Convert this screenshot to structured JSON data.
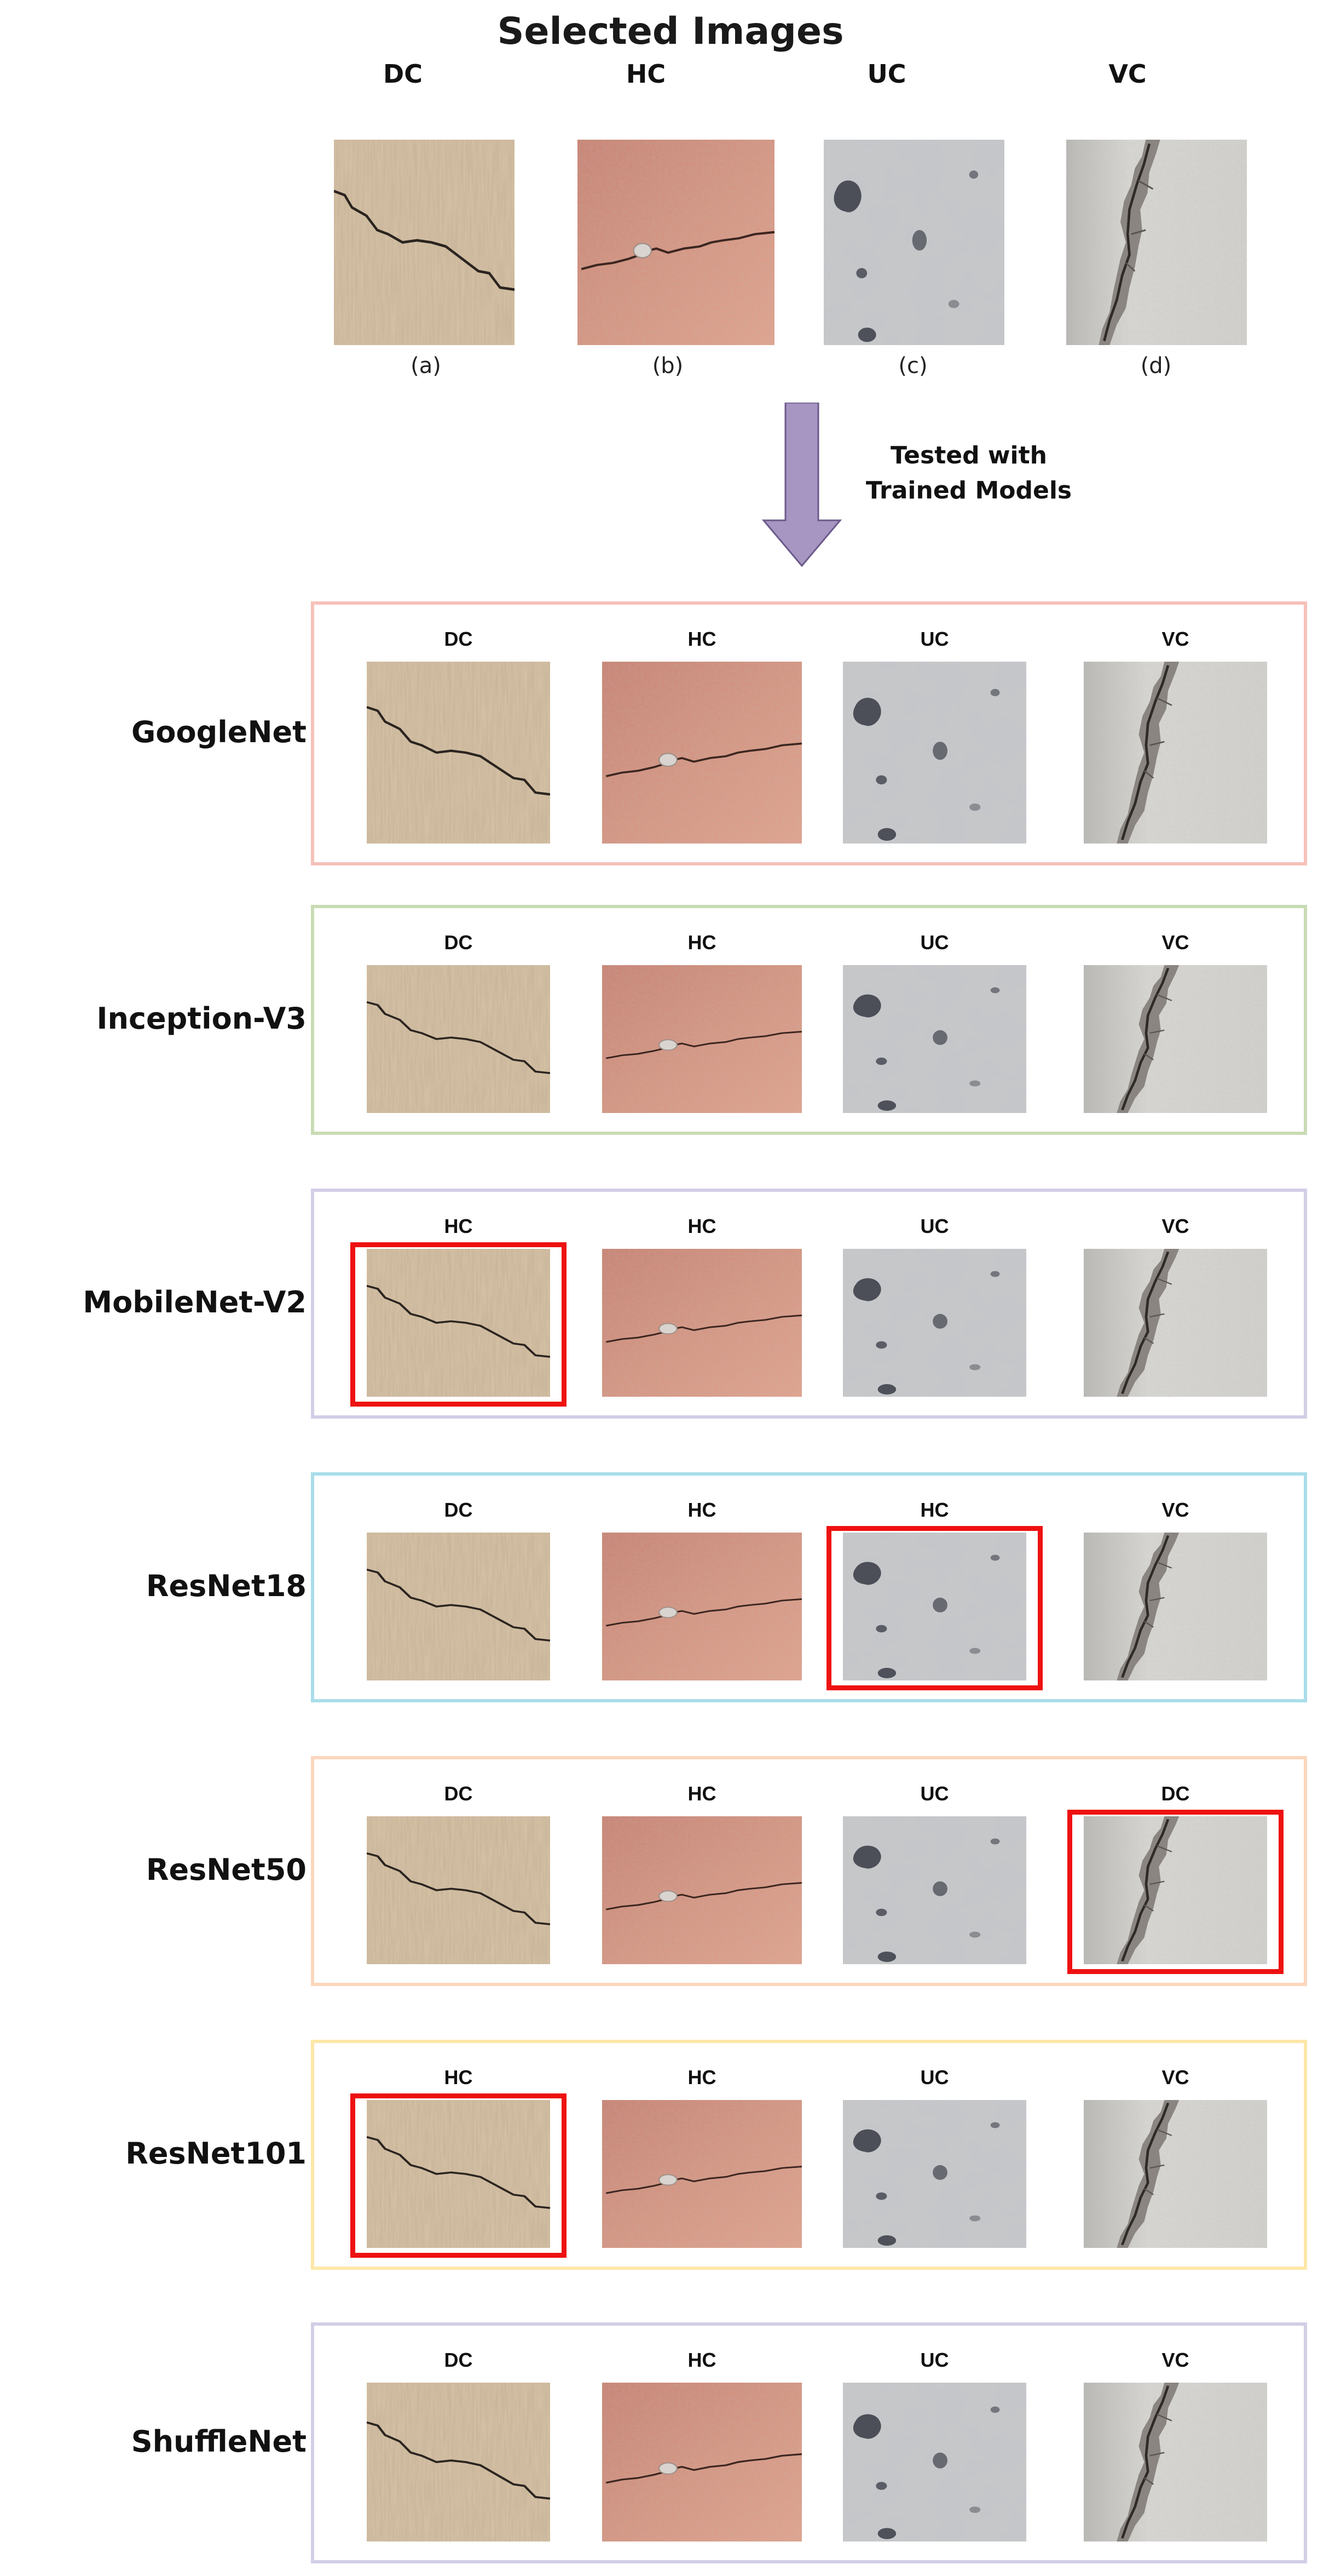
{
  "title": "Selected Images",
  "selected": [
    {
      "label": "DC",
      "caption": "(a)",
      "texture": "dc"
    },
    {
      "label": "HC",
      "caption": "(b)",
      "texture": "hc"
    },
    {
      "label": "UC",
      "caption": "(c)",
      "texture": "uc"
    },
    {
      "label": "VC",
      "caption": "(d)",
      "texture": "vc"
    }
  ],
  "arrow_text": "Tested with\nTrained Models",
  "arrow_color": "#a795c2",
  "models": [
    {
      "name": "GoogleNet",
      "border_color": "#f6c1b9",
      "predictions": [
        "DC",
        "HC",
        "UC",
        "VC"
      ],
      "wrong": []
    },
    {
      "name": "Inception-V3",
      "border_color": "#c9dbb4",
      "predictions": [
        "DC",
        "HC",
        "UC",
        "VC"
      ],
      "wrong": []
    },
    {
      "name": "MobileNet-V2",
      "border_color": "#d3cde6",
      "predictions": [
        "HC",
        "HC",
        "UC",
        "VC"
      ],
      "wrong": [
        0
      ]
    },
    {
      "name": "ResNet18",
      "border_color": "#a9dde9",
      "predictions": [
        "DC",
        "HC",
        "HC",
        "VC"
      ],
      "wrong": [
        2
      ]
    },
    {
      "name": "ResNet50",
      "border_color": "#fcd6bd",
      "predictions": [
        "DC",
        "HC",
        "UC",
        "DC"
      ],
      "wrong": [
        3
      ]
    },
    {
      "name": "ResNet101",
      "border_color": "#fde7a8",
      "predictions": [
        "HC",
        "HC",
        "UC",
        "VC"
      ],
      "wrong": [
        0
      ]
    },
    {
      "name": "ShuffleNet",
      "border_color": "#d3cde6",
      "predictions": [
        "DC",
        "HC",
        "UC",
        "VC"
      ],
      "wrong": []
    }
  ],
  "highlight_color": "#ee1111"
}
